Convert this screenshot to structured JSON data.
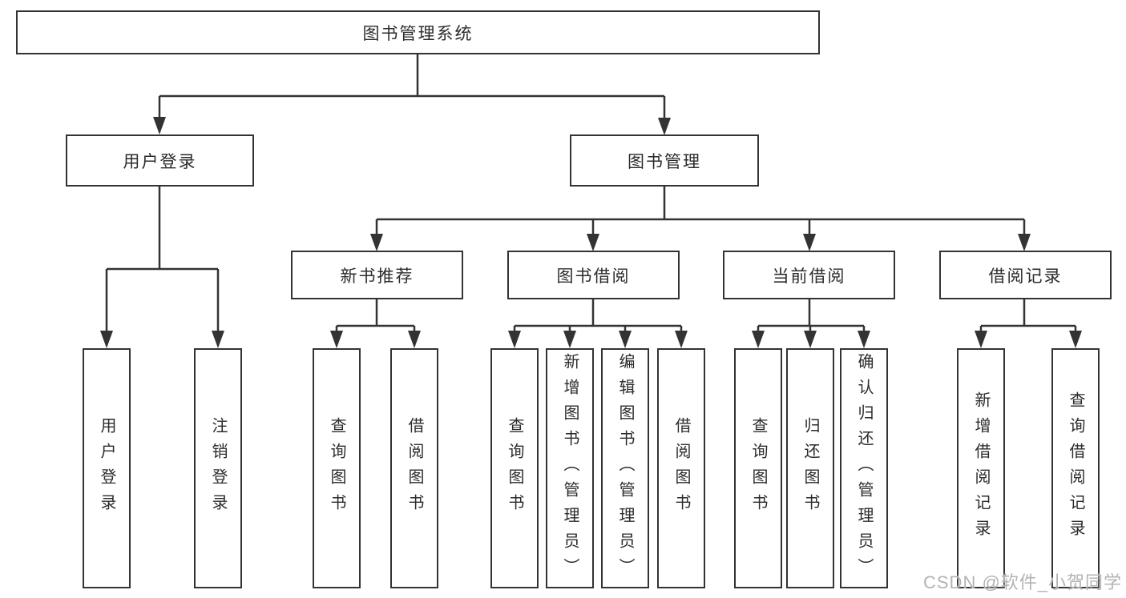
{
  "diagram": {
    "root_label": "图书管理系统",
    "branches": [
      {
        "label": "用户登录",
        "children": [
          "用户登录",
          "注销登录"
        ]
      },
      {
        "label": "图书管理",
        "sections": [
          {
            "label": "新书推荐",
            "children": [
              "查询图书",
              "借阅图书"
            ]
          },
          {
            "label": "图书借阅",
            "children": [
              "查询图书",
              "新增图书（管理员）",
              "编辑图书（管理员）",
              "借阅图书"
            ]
          },
          {
            "label": "当前借阅",
            "children": [
              "查询图书",
              "归还图书",
              "确认归还（管理员）"
            ]
          },
          {
            "label": "借阅记录",
            "children": [
              "新增借阅记录",
              "查询借阅记录"
            ]
          }
        ]
      }
    ]
  },
  "watermark": {
    "text": "CSDN @软件_小贺同学"
  },
  "colors": {
    "line": "#333333",
    "text": "#2b2b2b",
    "watermark": "#b3b3b3",
    "background": "#ffffff"
  }
}
